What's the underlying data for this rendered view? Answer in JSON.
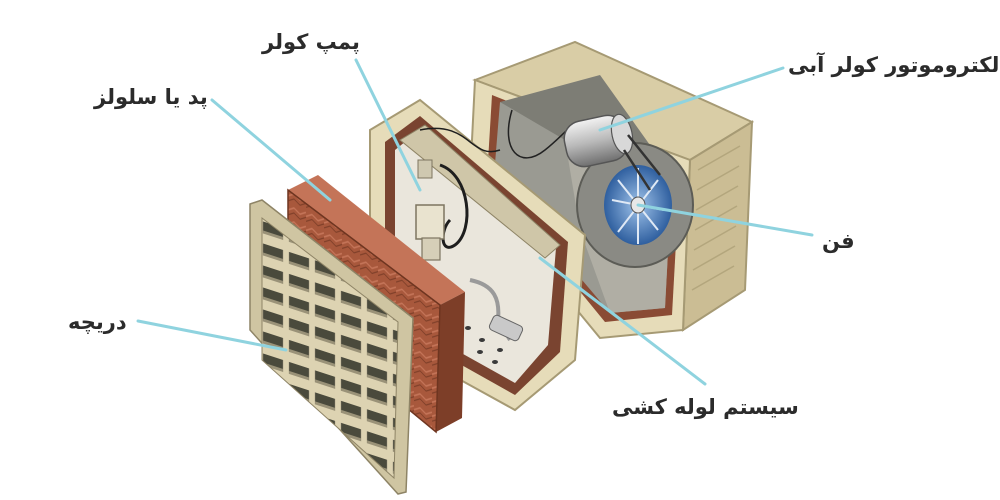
{
  "labels": {
    "pump": "پمپ کولر",
    "pad": "پد یا سلولز",
    "motor": "الکتروموتور کولر آبی",
    "fan": "فن",
    "grille": "دریچه",
    "piping": "سیستم لوله کشی"
  },
  "colors": {
    "leader": "#8fd3df",
    "label_text": "#2b2b2b",
    "housing_beige": "#e6dcb9",
    "housing_shadow": "#bfb28a",
    "housing_interior": "#8a4b34",
    "pad_brown": "#a8583c",
    "pad_dark": "#7d3e28",
    "motor_silver": "#c8c8c8",
    "fan_blue": "#3a6fb5"
  }
}
